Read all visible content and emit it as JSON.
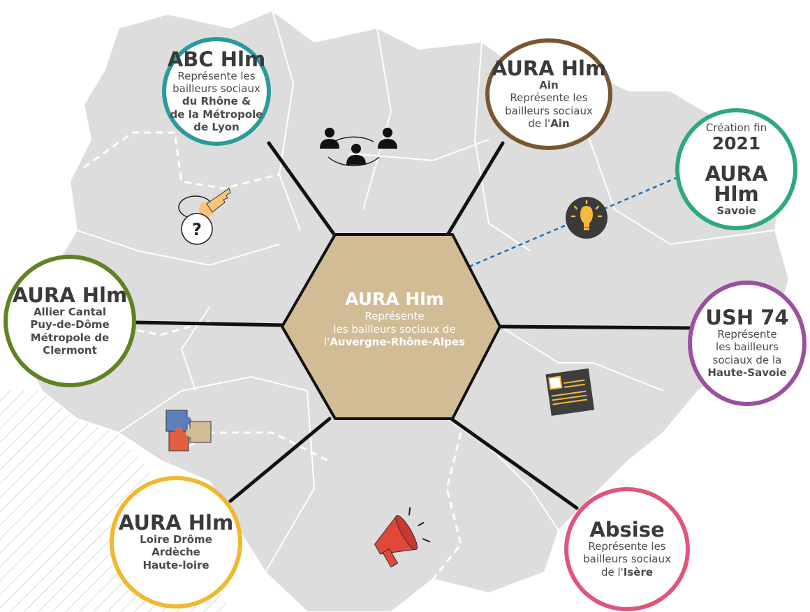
{
  "colors": {
    "map_fill": "#dddddd",
    "map_border": "#ffffff",
    "hexagon": "#d2bc96",
    "connector": "#111111",
    "dashed_link": "#1e6fb8",
    "abc": "#2a9a9e",
    "ain": "#7a5630",
    "savoie": "#2eaa78",
    "allier": "#5f8224",
    "ush74": "#9b4fa0",
    "loire": "#f0b830",
    "absise": "#e2557a"
  },
  "center": {
    "title": "AURA Hlm",
    "line1": "Représente",
    "line2": "les bailleurs sociaux de",
    "line3_prefix": "l'",
    "line3_bold": "Auvergne-Rhône-Alpes"
  },
  "nodes": {
    "abc": {
      "title": "ABC Hlm",
      "line1": "Représente les",
      "line2": "bailleurs sociaux",
      "line3": "du Rhône &",
      "line4": "de la Métropole",
      "line5": "de Lyon"
    },
    "ain": {
      "title": "AURA Hlm",
      "line1": "Ain",
      "line2": "Représente les",
      "line3": "bailleurs sociaux",
      "line4_prefix": "de l'",
      "line4_bold": "Ain"
    },
    "savoie": {
      "line1": "Création fin",
      "year": "2021",
      "title": "AURA Hlm",
      "line2": "Savoie"
    },
    "allier": {
      "title": "AURA Hlm",
      "line1": "Allier Cantal",
      "line2": "Puy-de-Dôme",
      "line3": "Métropole de",
      "line4": "Clermont"
    },
    "ush74": {
      "title": "USH 74",
      "line1": "Représente",
      "line2": "les bailleurs",
      "line3": "sociaux de la",
      "line4": "Haute-Savoie"
    },
    "loire": {
      "title": "AURA Hlm",
      "line1": "Loire Drôme",
      "line2": "Ardèche",
      "line3": "Haute-loire"
    },
    "absise": {
      "title": "Absise",
      "line1": "Représente les",
      "line2": "bailleurs sociaux",
      "line3_prefix": "de l'",
      "line3_bold": "Isère"
    }
  },
  "icons": [
    "people-network-icon",
    "key-question-icon",
    "lightbulb-icon",
    "puzzle-icon",
    "document-icon",
    "megaphone-icon"
  ]
}
